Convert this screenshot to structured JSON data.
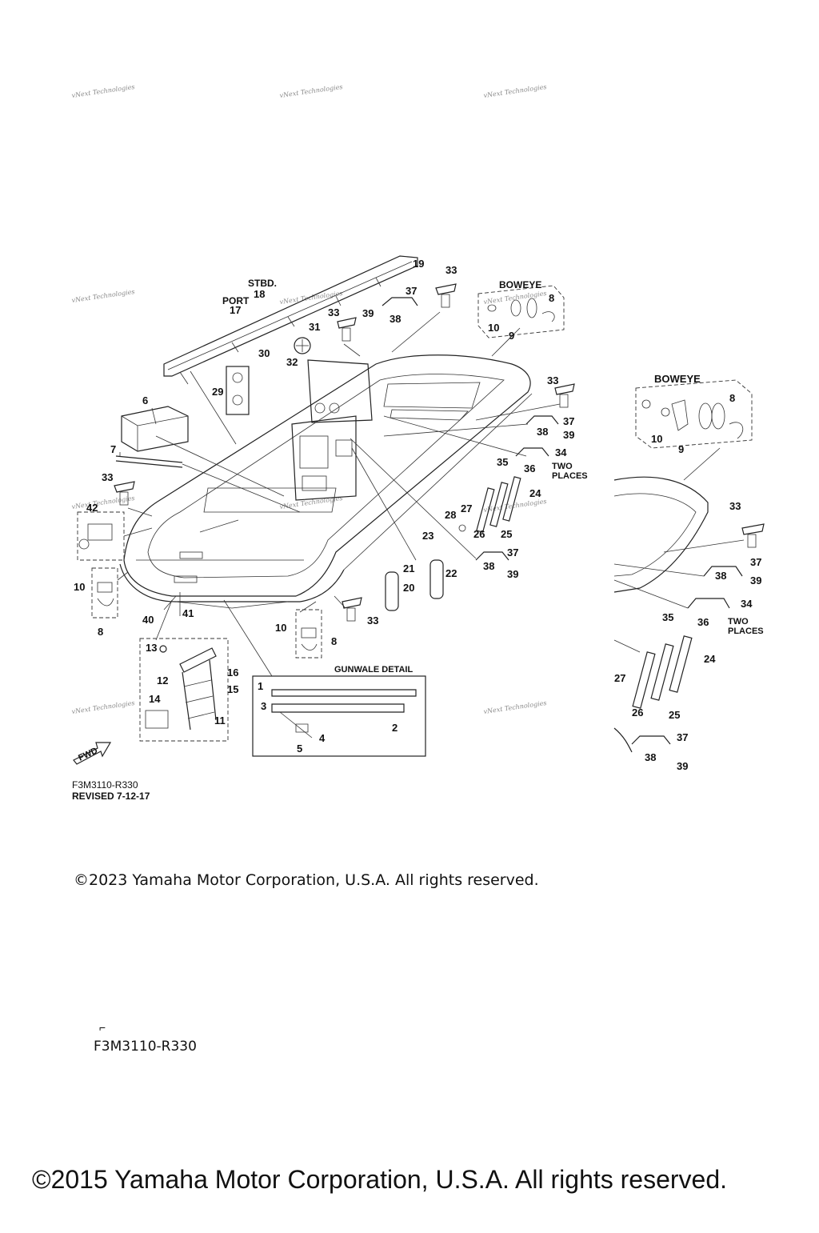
{
  "diagram": {
    "labels": {
      "stbd": "STBD.",
      "port": "PORT",
      "boweye_main": "BOWEYE",
      "boweye_detail": "BOWEYE",
      "two_places_main": "TWO\nPLACES",
      "two_places_detail": "TWO\nPLACES",
      "gunwale_detail": "GUNWALE DETAIL",
      "fwd": "FWD"
    },
    "watermark": "vNext Technologies",
    "callouts": {
      "p1": "1",
      "p2": "2",
      "p3": "3",
      "p4": "4",
      "p5": "5",
      "p6": "6",
      "p7": "7",
      "p8a": "8",
      "p8b": "8",
      "p8c": "8",
      "p8d": "8",
      "p9a": "9",
      "p9b": "9",
      "p10a": "10",
      "p10b": "10",
      "p10c": "10",
      "p10d": "10",
      "p11": "11",
      "p12": "12",
      "p13": "13",
      "p14": "14",
      "p15": "15",
      "p16": "16",
      "p17": "17",
      "p18": "18",
      "p19": "19",
      "p20": "20",
      "p21": "21",
      "p22": "22",
      "p23": "23",
      "p24a": "24",
      "p24b": "24",
      "p25a": "25",
      "p25b": "25",
      "p26a": "26",
      "p26b": "26",
      "p27a": "27",
      "p27b": "27",
      "p28": "28",
      "p29": "29",
      "p30": "30",
      "p31": "31",
      "p32": "32",
      "p33a": "33",
      "p33b": "33",
      "p33c": "33",
      "p33d": "33",
      "p33e": "33",
      "p33f": "33",
      "p34a": "34",
      "p34b": "34",
      "p35a": "35",
      "p35b": "35",
      "p36a": "36",
      "p36b": "36",
      "p37a": "37",
      "p37b": "37",
      "p37c": "37",
      "p37d": "37",
      "p37e": "37",
      "p38a": "38",
      "p38b": "38",
      "p38c": "38",
      "p38d": "38",
      "p38e": "38",
      "p39a": "39",
      "p39b": "39",
      "p39c": "39",
      "p39d": "39",
      "p39e": "39",
      "p40": "40",
      "p41": "41",
      "p42": "42"
    }
  },
  "footer": {
    "code": "F3M3110-R330",
    "revised": "REVISED 7-12-17",
    "copyright_2023": "©2023 Yamaha Motor Corporation, U.S.A. All rights reserved.",
    "code_repeat": "F3M3110-R330",
    "copyright_2015": "©2015 Yamaha Motor Corporation, U.S.A. All rights reserved."
  }
}
